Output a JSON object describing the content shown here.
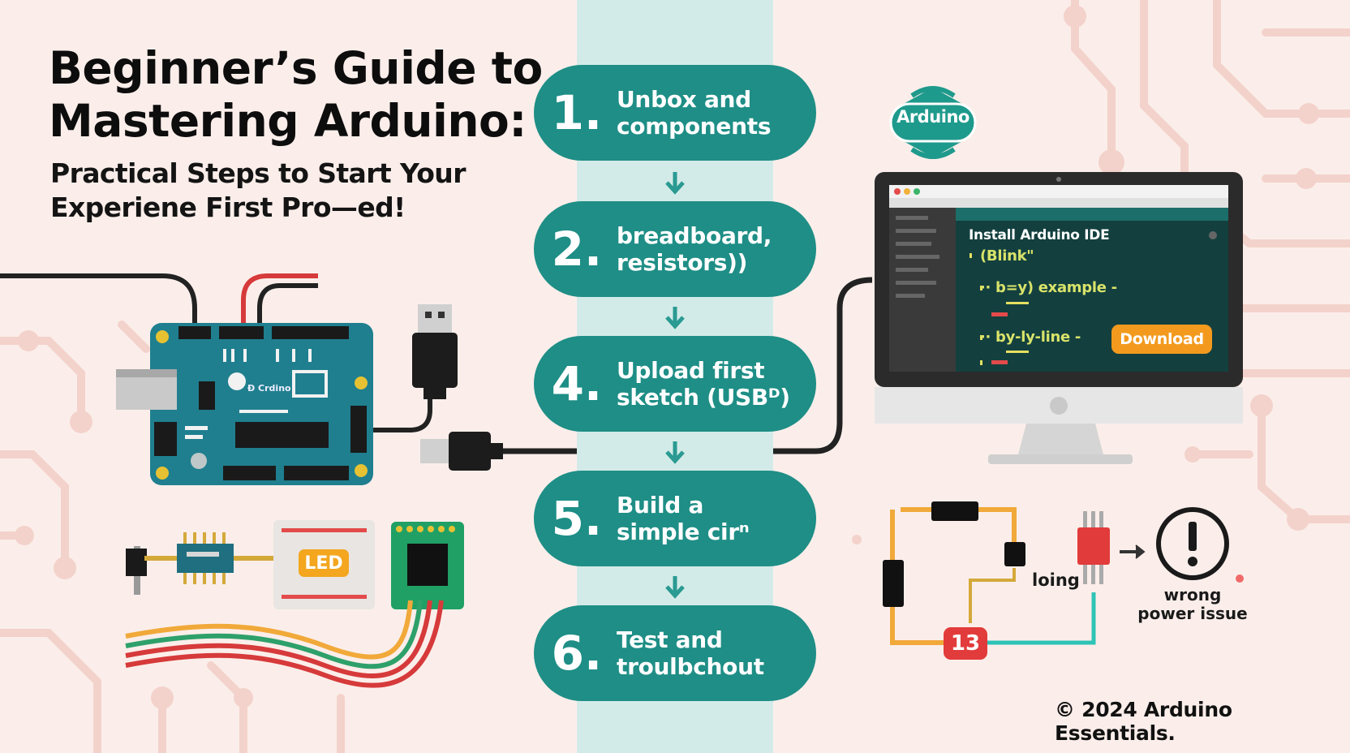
{
  "title": {
    "line1": "Beginner’s Guide to",
    "line2": "Mastering Arduino:"
  },
  "subtitle": {
    "line1": "Practical Steps to Start Your",
    "line2": "Experiene First Pro—ed!"
  },
  "steps": [
    {
      "number": "1.",
      "line1": "Unbox and",
      "line2": "components"
    },
    {
      "number": "2.",
      "line1": "breadboard,",
      "line2": "resistors))"
    },
    {
      "number": "4.",
      "line1": "Upload first",
      "line2": "sketch (USBᴰ)"
    },
    {
      "number": "5.",
      "line1": "Build a",
      "line2": "simple cirⁿ"
    },
    {
      "number": "6.",
      "line1": "Test and",
      "line2": "troulbchout"
    }
  ],
  "logo": {
    "label": "Arduino"
  },
  "board": {
    "label": "Ɖ Crdino"
  },
  "ide": {
    "title": "Install Arduino IDE",
    "line1": "(Blink\"",
    "line2": "·· b=y) example -",
    "line3": "·· by-ly-line -",
    "download_label": "Download"
  },
  "components": {
    "led_label": "LED"
  },
  "troubleshoot": {
    "pin_label": "13",
    "side_label": "loing",
    "warning_line1": "wrong",
    "warning_line2": "power issue"
  },
  "footer": {
    "copyright": "© 2024 Arduino Essentials."
  },
  "colors": {
    "teal": "#1e8e86",
    "background": "#fbeeea",
    "band": "#d3ebe8",
    "orange": "#f39a1e",
    "red": "#e23b3b",
    "trace": "#f2cfc8"
  }
}
